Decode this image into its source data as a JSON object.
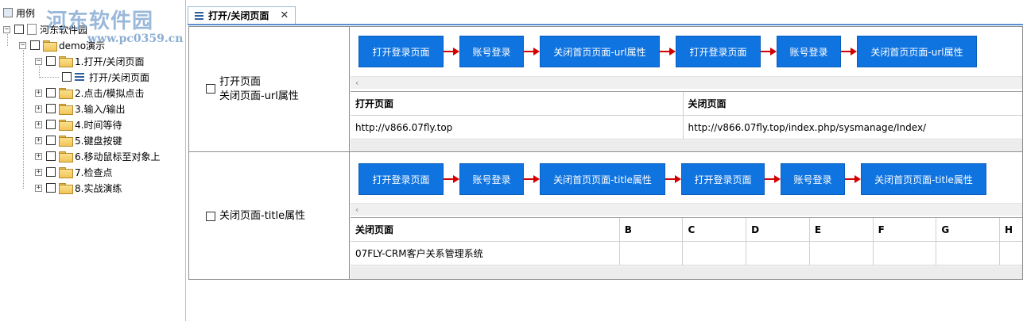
{
  "tree": {
    "root_label": "用例",
    "items": [
      {
        "label": "河东软件园",
        "level": 0,
        "type": "doc"
      },
      {
        "label": "demo演示",
        "level": 1,
        "type": "folder"
      },
      {
        "label": "1.打开/关闭页面",
        "level": 2,
        "type": "folder"
      },
      {
        "label": "打开/关闭页面",
        "level": 3,
        "type": "leaf"
      },
      {
        "label": "2.点击/模拟点击",
        "level": 2,
        "type": "folder"
      },
      {
        "label": "3.输入/输出",
        "level": 2,
        "type": "folder"
      },
      {
        "label": "4.时间等待",
        "level": 2,
        "type": "folder"
      },
      {
        "label": "5.键盘按键",
        "level": 2,
        "type": "folder"
      },
      {
        "label": "6.移动鼠标至对象上",
        "level": 2,
        "type": "folder"
      },
      {
        "label": "7.检查点",
        "level": 2,
        "type": "folder"
      },
      {
        "label": "8.实战演练",
        "level": 2,
        "type": "folder"
      }
    ]
  },
  "watermark": {
    "title": "河东软件园",
    "url": "www.pc0359.cn"
  },
  "tab": {
    "label": "打开/关闭页面",
    "close": "✕"
  },
  "cases": [
    {
      "title_lines": [
        "打开页面",
        "关闭页面-url属性"
      ],
      "steps": [
        "打开登录页面",
        "账号登录",
        "关闭首页页面-url属性",
        "打开登录页面",
        "账号登录",
        "关闭首页页面-url属性"
      ],
      "scroll_chevron": "‹",
      "columns": [
        "打开页面",
        "关闭页面"
      ],
      "rows": [
        [
          "http://v866.07fly.top",
          "http://v866.07fly.top/index.php/sysmanage/Index/"
        ]
      ]
    },
    {
      "title_lines": [
        "关闭页面-title属性"
      ],
      "steps": [
        "打开登录页面",
        "账号登录",
        "关闭首页页面-title属性",
        "打开登录页面",
        "账号登录",
        "关闭首页页面-title属性"
      ],
      "scroll_chevron": "‹",
      "columns": [
        "关闭页面",
        "B",
        "C",
        "D",
        "E",
        "F",
        "G",
        "H"
      ],
      "rows": [
        [
          "07FLY-CRM客户关系管理系统",
          "",
          "",
          "",
          "",
          "",
          "",
          ""
        ]
      ]
    }
  ],
  "colors": {
    "step_bg": "#0f73e0",
    "arrow": "#d40000",
    "tab_underline": "#5b8fcf"
  }
}
